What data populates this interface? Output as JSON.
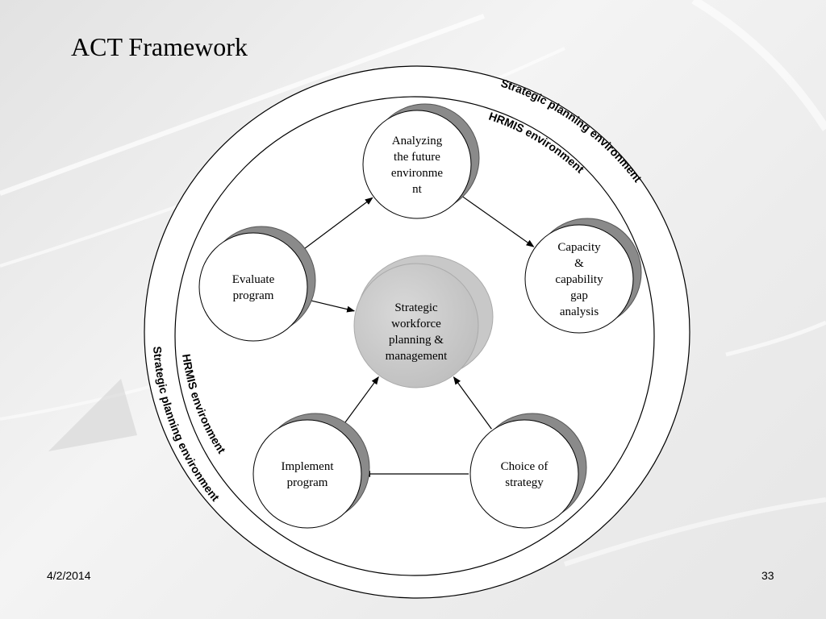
{
  "slide": {
    "title": "ACT Framework",
    "date": "4/2/2014",
    "page_number": "33"
  },
  "diagram": {
    "outer_ring_label": "Strategic planning environment",
    "inner_ring_label": "HRMIS environment",
    "center": {
      "lines": [
        "Strategic",
        "workforce",
        "planning &",
        "management"
      ]
    },
    "nodes": [
      {
        "id": "analyze",
        "lines": [
          "Analyzing",
          "the future",
          "environme",
          "nt"
        ]
      },
      {
        "id": "gap",
        "lines": [
          "Capacity",
          "&",
          "capability",
          "gap",
          "analysis"
        ]
      },
      {
        "id": "choice",
        "lines": [
          "Choice of",
          "strategy"
        ]
      },
      {
        "id": "implement",
        "lines": [
          "Implement",
          "program"
        ]
      },
      {
        "id": "evaluate",
        "lines": [
          "Evaluate",
          "program"
        ]
      }
    ],
    "edges": [
      {
        "from": "evaluate",
        "to": "analyze"
      },
      {
        "from": "analyze",
        "to": "gap"
      },
      {
        "from": "choice",
        "to": "implement"
      },
      {
        "from": "evaluate",
        "to": "center"
      },
      {
        "from": "implement",
        "to": "center"
      },
      {
        "from": "choice",
        "to": "center"
      }
    ]
  }
}
